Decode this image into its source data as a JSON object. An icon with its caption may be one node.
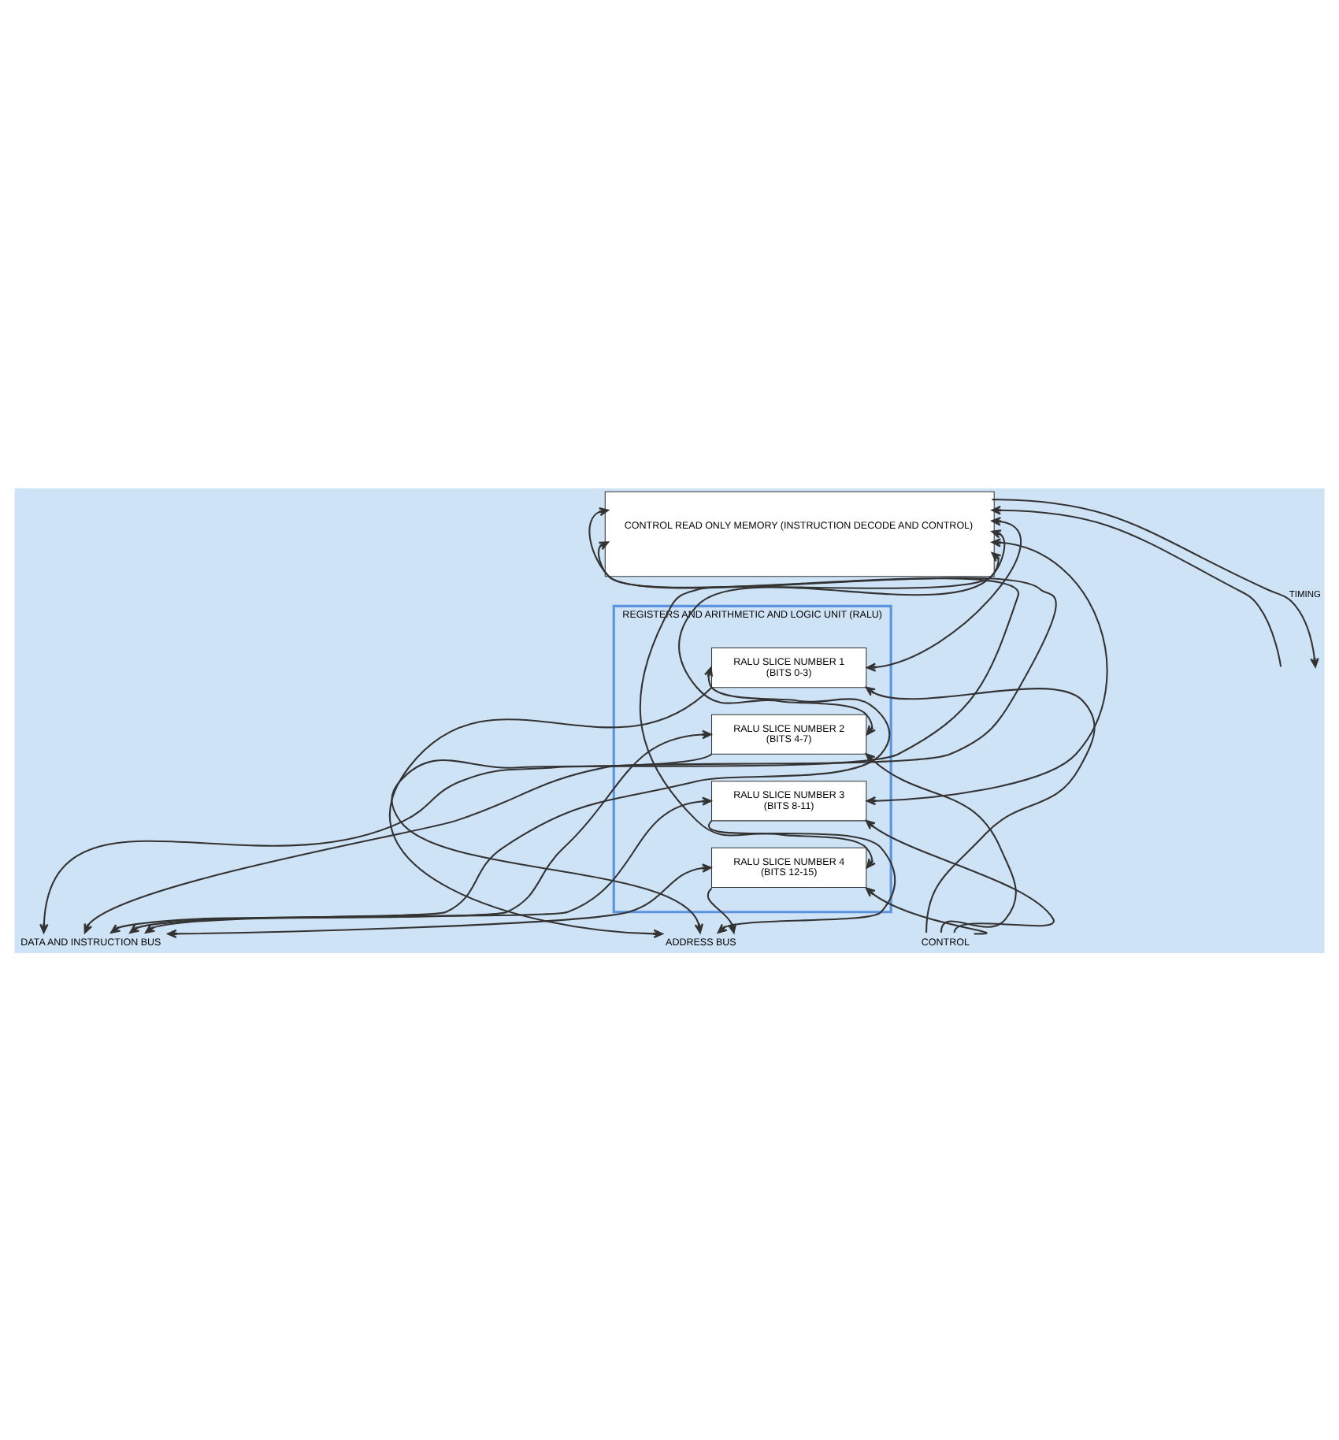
{
  "diagram": {
    "nodes": [
      {
        "text": [
          "CONTROL READ ONLY MEMORY (INSTRUCTION DECODE AND CONTROL)"
        ]
      },
      {
        "text": [
          "REGISTERS AND ARITHMETIC AND LOGIC UNIT (RALU)"
        ]
      },
      {
        "text": [
          "RALU SLICE NUMBER 1",
          "(BITS 0-3)"
        ],
        "in": 1
      },
      {
        "text": [
          "RALU SLICE NUMBER 2",
          "(BITS 4-7)"
        ],
        "in": 1
      },
      {
        "text": [
          "RALU SLICE NUMBER 3",
          "(BITS 8-11)"
        ],
        "in": 1
      },
      {
        "text": [
          "RALU SLICE NUMBER 4",
          "(BITS 12-15)"
        ],
        "in": 1
      },
      {
        "text": [
          "DATA AND INSTRUCTION BUS"
        ]
      },
      {
        "text": [
          "ADDRESS BUS"
        ]
      },
      {
        "text": [
          "CONTROL"
        ]
      }
    ],
    "edges": [
      {
        "from": 6,
        "to": 0,
        "arrow": "both"
      },
      {
        "from": 6,
        "to": 0,
        "arrow": "both"
      },
      {
        "from": 6,
        "to": 2,
        "arrow": "both"
      },
      {
        "from": 6,
        "to": 3,
        "arrow": "both"
      },
      {
        "from": 6,
        "to": 4,
        "arrow": "both"
      },
      {
        "from": 6,
        "to": 5,
        "arrow": "both"
      },
      {
        "from": 2,
        "to": 7,
        "arrow": "to"
      },
      {
        "from": 3,
        "to": 7,
        "arrow": "to"
      },
      {
        "from": 4,
        "to": 7,
        "arrow": "to"
      },
      {
        "from": 5,
        "to": 7,
        "arrow": "to"
      },
      {
        "from": 0,
        "to": null,
        "arrow": "to",
        "label": "TIMING"
      },
      {
        "from": null,
        "to": 0,
        "arrow": "to"
      },
      {
        "from": 0,
        "to": 2,
        "arrow": "both"
      },
      {
        "from": 0,
        "to": 3,
        "arrow": "both"
      },
      {
        "from": 0,
        "to": 4,
        "arrow": "both"
      },
      {
        "from": 0,
        "to": 5,
        "arrow": "both"
      },
      {
        "from": 8,
        "to": 2,
        "arrow": "to"
      },
      {
        "from": 8,
        "to": 3,
        "arrow": "to"
      },
      {
        "from": 8,
        "to": 4,
        "arrow": "to"
      },
      {
        "from": 8,
        "to": 5,
        "arrow": "to"
      }
    ]
  }
}
